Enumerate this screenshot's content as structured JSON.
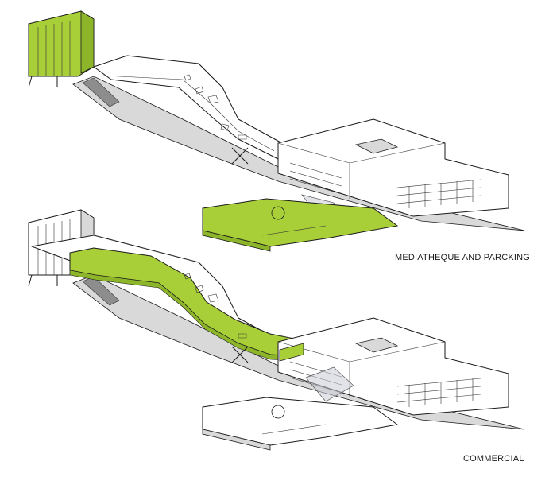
{
  "colors": {
    "highlight": "#a9cf38",
    "highlight_dark": "#8db52a",
    "building": "#ffffff",
    "outline": "#1a1a1a",
    "shadow": "#bfbfbf"
  },
  "panels": [
    {
      "label": "MEDIATHEQUE AND PARCKING",
      "highlight": "mediatheque-and-parking"
    },
    {
      "label": "COMMERCIAL",
      "highlight": "commercial-walkway"
    }
  ]
}
